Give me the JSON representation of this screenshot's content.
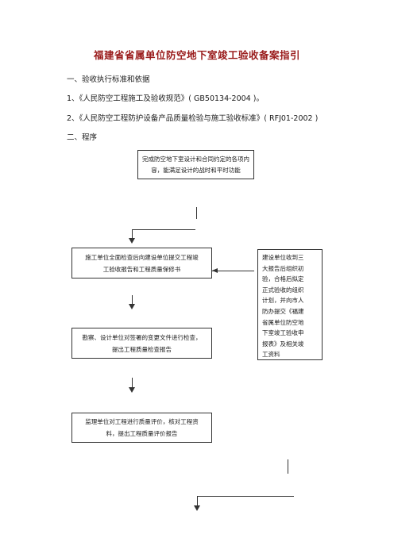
{
  "title": "福建省省属单位防空地下室竣工验收备案指引",
  "section1_heading": "一、验收执行标准和依据",
  "ref1": "1、《人民防空工程施工及验收规范》( GB50134-2004 )。",
  "ref2": "2、《人民防空工程防护设备产品质量检验与施工验收标准》( RFJ01-2002 )",
  "section2_heading": "二、程序",
  "flow": {
    "step1": [
      "完成防空地下室设计和合同约定的各项内",
      "容，能满足设计的战时和平时功能"
    ],
    "step2": [
      "施工单位全面检查后向建设单位提交工程竣",
      "工验收报告和工程质量保修书"
    ],
    "step3": [
      "勘察、设计单位对签署的变更文件进行检查，",
      "提出工程质量检查报告"
    ],
    "step4": [
      "监理单位对工程进行质量评价，核对工程资",
      "料，提出工程质量评价报告"
    ],
    "side": [
      "建设单位收到三",
      "大报告后组织初",
      "验，合格后拟定",
      "正式验收的组织",
      "计划，并向市人",
      "防办提交《福建",
      "省属单位防空地",
      "下室竣工验收申",
      "报表》及相关竣",
      "工资料"
    ]
  }
}
